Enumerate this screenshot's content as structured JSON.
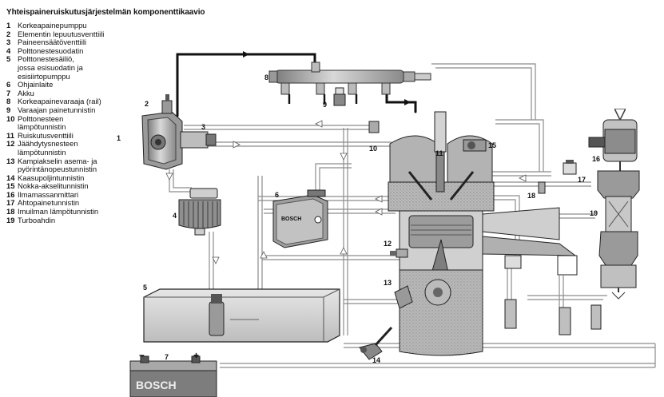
{
  "title": "Yhteispaineruiskutusjärjestelmän komponenttikaavio",
  "legend": [
    {
      "num": "1",
      "text": "Korkeapainepumppu"
    },
    {
      "num": "2",
      "text": "Elementin lepuutusventtiili"
    },
    {
      "num": "3",
      "text": "Paineensäätöventtiili"
    },
    {
      "num": "4",
      "text": "Polttonestesuodatin"
    },
    {
      "num": "5",
      "text": "Polttonestesäiliö,\njossa esisuodatin ja\nesisiirtopumppu"
    },
    {
      "num": "6",
      "text": "Ohjainlaite"
    },
    {
      "num": "7",
      "text": "Akku"
    },
    {
      "num": "8",
      "text": "Korkeapainevaraaja (rail)"
    },
    {
      "num": "9",
      "text": "Varaajan painetunnistin"
    },
    {
      "num": "10",
      "text": "Polttonesteen\nlämpötunnistin"
    },
    {
      "num": "11",
      "text": "Ruiskutusventtiili"
    },
    {
      "num": "12",
      "text": "Jäähdytysnesteen\nlämpötunnistin"
    },
    {
      "num": "13",
      "text": "Kampiakselin asema- ja\npyörintänopeustunnistin"
    },
    {
      "num": "14",
      "text": "Kaasupoljintunnistin"
    },
    {
      "num": "15",
      "text": "Nokka-akselitunnistin"
    },
    {
      "num": "16",
      "text": "Ilmamassanmittari"
    },
    {
      "num": "17",
      "text": "Ahtopainetunnistin"
    },
    {
      "num": "18",
      "text": "Imuilman lämpötunnistin"
    },
    {
      "num": "19",
      "text": "Turboahdin"
    }
  ],
  "callouts": {
    "c1": "1",
    "c2": "2",
    "c3": "3",
    "c4": "4",
    "c5": "5",
    "c6": "6",
    "c7": "7",
    "c8": "8",
    "c9": "9",
    "c10": "10",
    "c11": "11",
    "c12": "12",
    "c13": "13",
    "c14": "14",
    "c15": "15",
    "c16": "16",
    "c17": "17",
    "c18": "18",
    "c19": "19"
  },
  "labels": {
    "ecu_brand": "BOSCH",
    "battery_brand": "BOSCH",
    "battery_minus": "–",
    "battery_plus": "+"
  }
}
